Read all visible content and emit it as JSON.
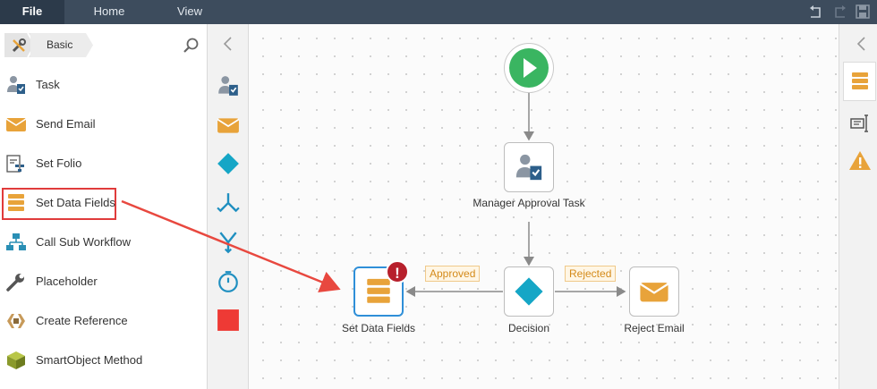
{
  "menu": {
    "file": "File",
    "home": "Home",
    "view": "View"
  },
  "toolbar_icons": [
    "undo-icon",
    "redo-icon",
    "save-icon"
  ],
  "toolbox": {
    "breadcrumb_label": "Basic",
    "items": [
      {
        "label": "Task",
        "icon": "task-icon"
      },
      {
        "label": "Send Email",
        "icon": "envelope-icon"
      },
      {
        "label": "Set Folio",
        "icon": "folio-icon"
      },
      {
        "label": "Set Data Fields",
        "icon": "data-fields-icon",
        "selected": true
      },
      {
        "label": "Call Sub Workflow",
        "icon": "sub-workflow-icon"
      },
      {
        "label": "Placeholder",
        "icon": "wrench-icon"
      },
      {
        "label": "Create Reference",
        "icon": "reference-icon"
      },
      {
        "label": "SmartObject Method",
        "icon": "smartobject-icon"
      }
    ]
  },
  "strip_icons": [
    "task-icon",
    "envelope-icon",
    "decision-icon",
    "split-icon",
    "merge-icon",
    "timer-icon",
    "end-icon"
  ],
  "workflow": {
    "nodes": {
      "start": "",
      "manager_task": "Manager Approval Task",
      "decision": "Decision",
      "set_data": "Set Data Fields",
      "reject_email": "Reject Email"
    },
    "line_labels": {
      "approved": "Approved",
      "rejected": "Rejected"
    },
    "error_badge": "!"
  },
  "right_panel_icons": [
    "data-fields-icon",
    "properties-icon",
    "warning-icon"
  ],
  "colors": {
    "topbar": "#3d4c5d",
    "accent_orange": "#e8a33a",
    "decision_teal": "#15a6c6",
    "start_green": "#3ab561",
    "error_red": "#b7202c",
    "selection_blue": "#2f8fd8"
  }
}
